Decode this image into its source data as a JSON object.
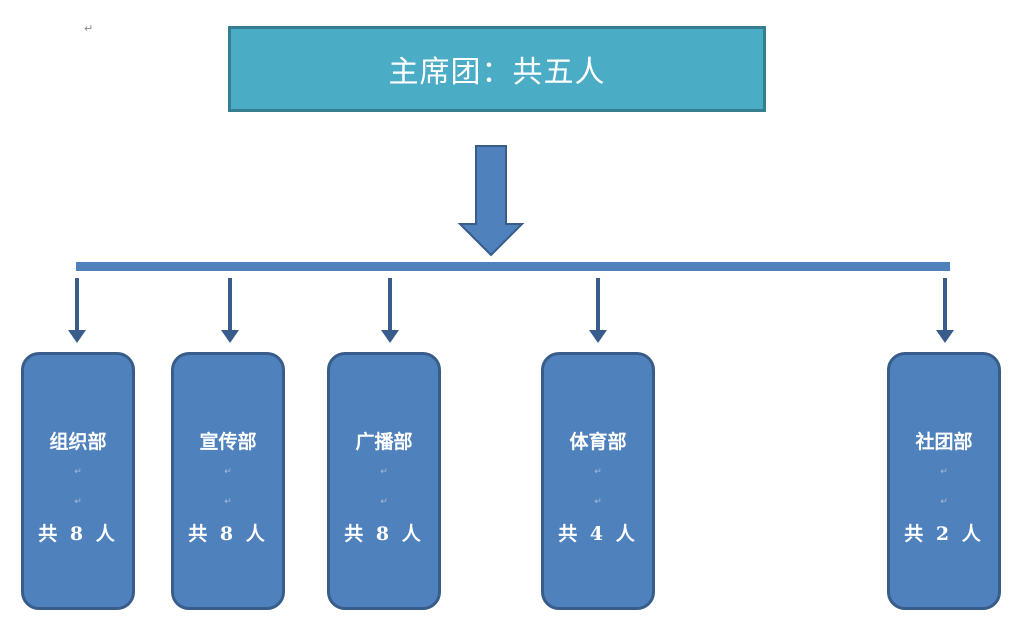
{
  "diagram": {
    "title": "主席团：共五人",
    "paragraph_mark": "↵",
    "departments": [
      {
        "name": "组织部",
        "count": "共 8 人"
      },
      {
        "name": "宣传部",
        "count": "共 8 人"
      },
      {
        "name": "广播部",
        "count": "共 8 人"
      },
      {
        "name": "体育部",
        "count": "共 4 人"
      },
      {
        "name": "社团部",
        "count": "共 2 人"
      }
    ],
    "colors": {
      "title_box": "#4bacc6",
      "dept_box": "#4f81bd",
      "connector": "#4f81bd",
      "small_arrow": "#385d8a"
    }
  }
}
